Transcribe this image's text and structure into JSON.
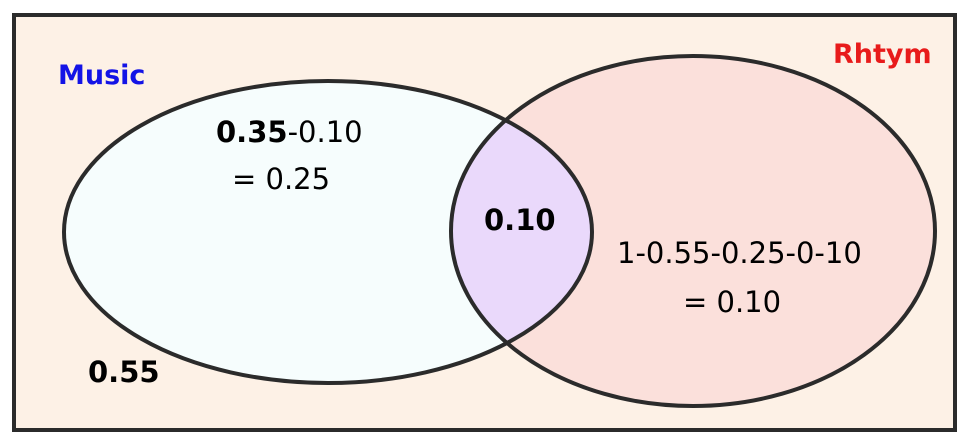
{
  "colors": {
    "background": "#fdf1e6",
    "music_fill": "#f6fdfd",
    "rhythm_fill": "#fbe0db",
    "intersection_fill": "#ead9fb",
    "stroke": "#2b2b2b",
    "music_label_color": "#1313e6",
    "rhythm_label_color": "#e81b1b"
  },
  "sets": {
    "left": {
      "label": "Music"
    },
    "right": {
      "label": "Rhtym"
    }
  },
  "regions": {
    "music_only": {
      "line1_bold": "0.35",
      "line1_rest": "-0.10",
      "line2": "= 0.25"
    },
    "intersection": {
      "value": "0.10"
    },
    "rhythm_only": {
      "line1": "1-0.55-0.25-0-10",
      "line2": "=  0.10"
    },
    "outside": {
      "value": "0.55"
    }
  }
}
